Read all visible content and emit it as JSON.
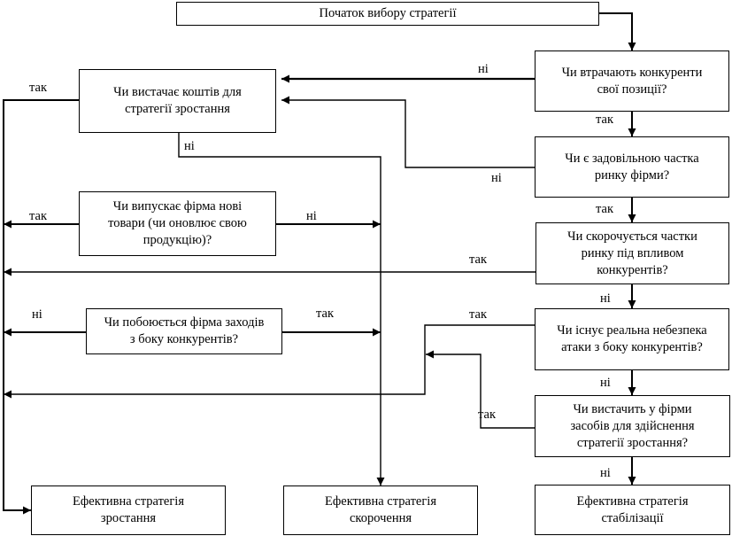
{
  "nodes": {
    "start": "Початок вибору стратегії",
    "q_lose_positions": "Чи втрачають конкуренти\nсвої позиції?",
    "q_share_ok": "Чи є задовільною частка\nринку фірми?",
    "q_share_drop": "Чи скорочується частки\nринку під впливом\nконкурентів?",
    "q_attack": "Чи існує реальна небезпека\nатаки з боку конкурентів?",
    "q_means": "Чи вистачить у фірми\nзасобів для здійснення\nстратегії зростання?",
    "q_funds": "Чи вистачає коштів для\nстратегії зростання",
    "q_new_products": "Чи випускає фірма нові\nтовари (чи оновлює свою\nпродукцію)?",
    "q_fear": "Чи побоюється фірма заходів\nз боку конкурентів?",
    "out_growth": "Ефективна стратегія\nзростання",
    "out_reduce": "Ефективна стратегія\nскорочення",
    "out_stabil": "Ефективна стратегія\nстабілізації"
  },
  "edge_labels": {
    "lose_no": "ні",
    "lose_yes": "так",
    "share_no": "ні",
    "share_yes": "так",
    "drop_yes": "так",
    "drop_no": "ні",
    "attack_yes": "так",
    "attack_no": "ні",
    "means_yes": "так",
    "means_no": "ні",
    "funds_yes": "так",
    "funds_no": "ні",
    "products_yes": "так",
    "products_no": "ні",
    "fear_no": "ні",
    "fear_yes": "так"
  }
}
